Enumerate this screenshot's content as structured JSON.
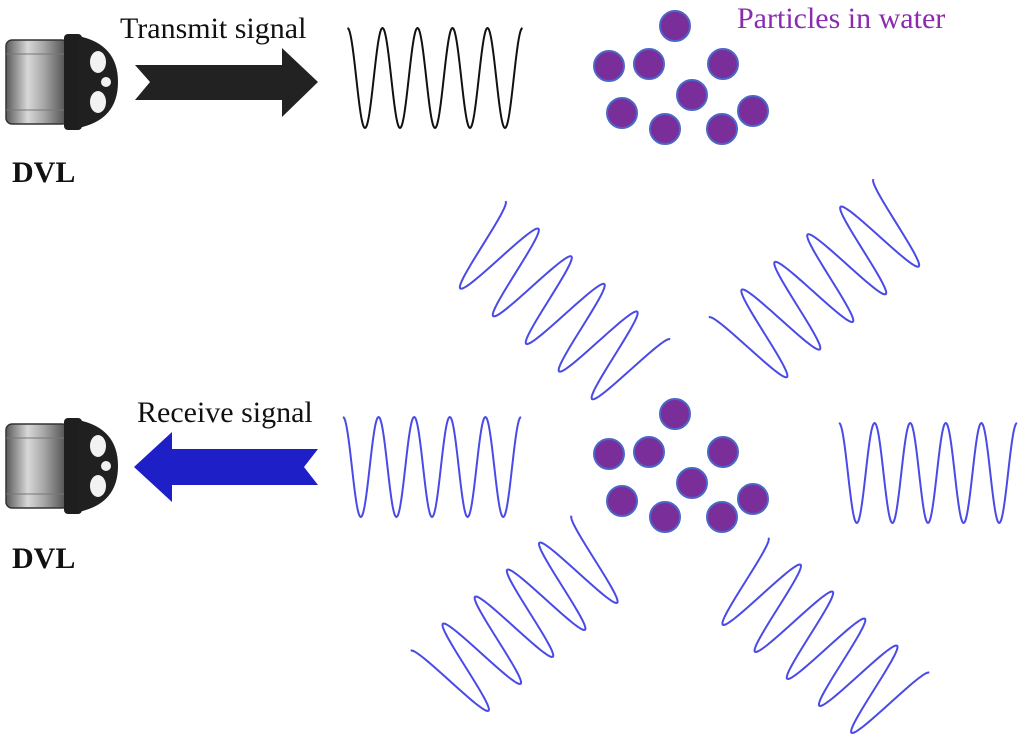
{
  "transmit": {
    "label": "Transmit signal",
    "device_label": "DVL"
  },
  "receive": {
    "label": "Receive signal",
    "device_label": "DVL"
  },
  "particles": {
    "label": "Particles in water"
  },
  "colors": {
    "text": "#111111",
    "transmit_arrow": "#222222",
    "transmit_wave": "#111111",
    "receive_arrow": "#1f1fc8",
    "receive_wave": "#4a4ae6",
    "particle_fill": "#7a2e9a",
    "particle_stroke": "#4a67c9",
    "particle_label": "#8a2bb0"
  }
}
